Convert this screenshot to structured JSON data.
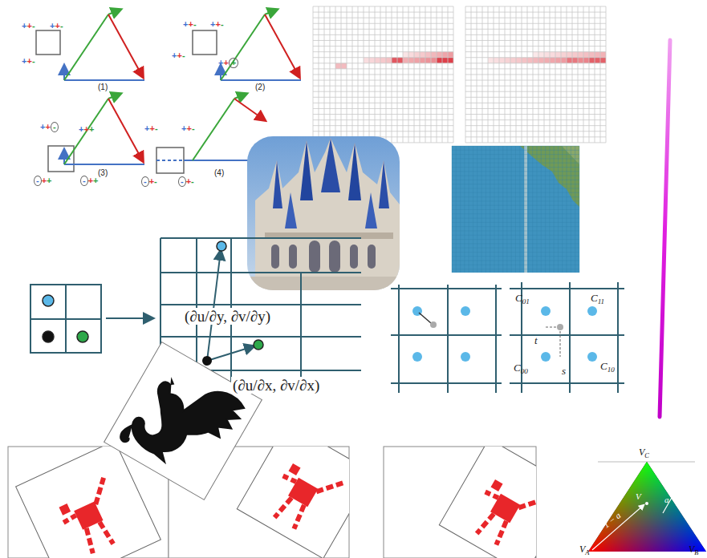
{
  "diagram": {
    "labels": [
      "++-",
      "++-",
      "++-",
      "(1)",
      "++-",
      "++-",
      "++-",
      "+++",
      "(2)",
      "++-",
      "+++",
      "-++",
      "-++",
      "(3)",
      "++-",
      "++-",
      "-+-",
      "-+-",
      "(4)",
      "(∂u/∂y, ∂v/∂y)",
      "(∂u/∂x, ∂v/∂x)",
      "C01",
      "C11",
      "C00",
      "C10",
      "t",
      "s",
      "VC",
      "V",
      "a",
      "1 − a",
      "VA",
      "VB"
    ]
  }
}
